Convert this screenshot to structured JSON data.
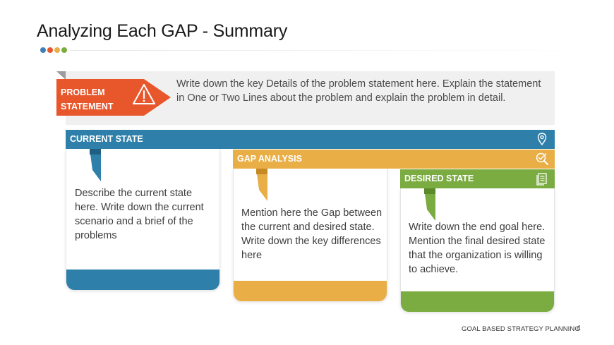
{
  "slide": {
    "title": "Analyzing Each GAP - Summary",
    "accent_dots": [
      "#3f7fb5",
      "#e8572c",
      "#e9ae46",
      "#7bac41"
    ]
  },
  "problem": {
    "label_line1": "PROBLEM",
    "label_line2": "STATEMENT",
    "icon": "warning-icon",
    "color": "#e8572c",
    "text": "Write down the key Details of the problem statement here. Explain the statement in One or Two Lines about the problem and explain the problem in detail."
  },
  "sections": {
    "current": {
      "title": "CURRENT STATE",
      "icon": "location-pin-icon",
      "color": "#2e80aa",
      "text": "Describe the current state here. Write down the current scenario and a brief of the problems"
    },
    "gap": {
      "title": "GAP ANALYSIS",
      "icon": "magnifier-check-icon",
      "color": "#e9ae46",
      "text": "Mention here the Gap between the current and desired state. Write down the key differences here"
    },
    "desired": {
      "title": "DESIRED STATE",
      "icon": "document-icon",
      "color": "#7bac41",
      "text": "Write down the end goal here. Mention the final desired state that the organization is willing to achieve."
    }
  },
  "footer": {
    "label": "GOAL BASED STRATEGY PLANNING",
    "page": "4"
  }
}
